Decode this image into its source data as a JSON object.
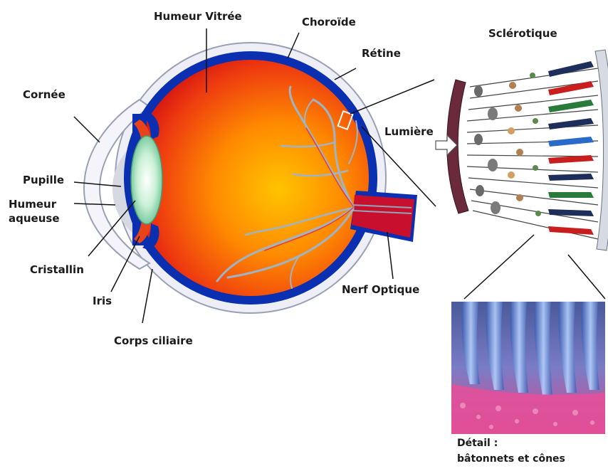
{
  "labels": {
    "humeur_vitree": "Humeur Vitrée",
    "choroide": "Choroïde",
    "retine": "Rétine",
    "sclerotique": "Sclérotique",
    "cornee": "Cornée",
    "lumiere": "Lumière",
    "pupille": "Pupille",
    "humeur_aqueuse_1": "Humeur",
    "humeur_aqueuse_2": "aqueuse",
    "cristallin": "Cristallin",
    "iris": "Iris",
    "corps_ciliaire": "Corps ciliaire",
    "nerf_optique": "Nerf Optique",
    "detail_1": "Détail :",
    "detail_2": "bâtonnets et cônes"
  },
  "colors": {
    "sclera": "#eeeef6",
    "choroid": "#0a2fb0",
    "vitreous_center": "#ffb000",
    "vitreous_edge": "#e01e10",
    "lens": "#9fe0b8",
    "vessels": "#8fa6b8",
    "nerve": "#c8102e"
  }
}
